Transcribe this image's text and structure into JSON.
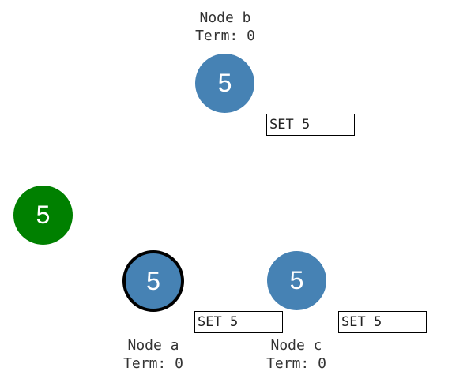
{
  "colors": {
    "node_fill": "#4682b4",
    "client_fill": "#008000",
    "leader_border": "#000000"
  },
  "nodes": {
    "b": {
      "name": "Node b",
      "term": "Term: 0",
      "value": "5",
      "log_entry": "SET 5"
    },
    "a": {
      "name": "Node a",
      "term": "Term: 0",
      "value": "5",
      "log_entry": "SET 5",
      "is_leader": true
    },
    "c": {
      "name": "Node c",
      "term": "Term: 0",
      "value": "5",
      "log_entry": "SET 5"
    }
  },
  "client": {
    "value": "5"
  }
}
